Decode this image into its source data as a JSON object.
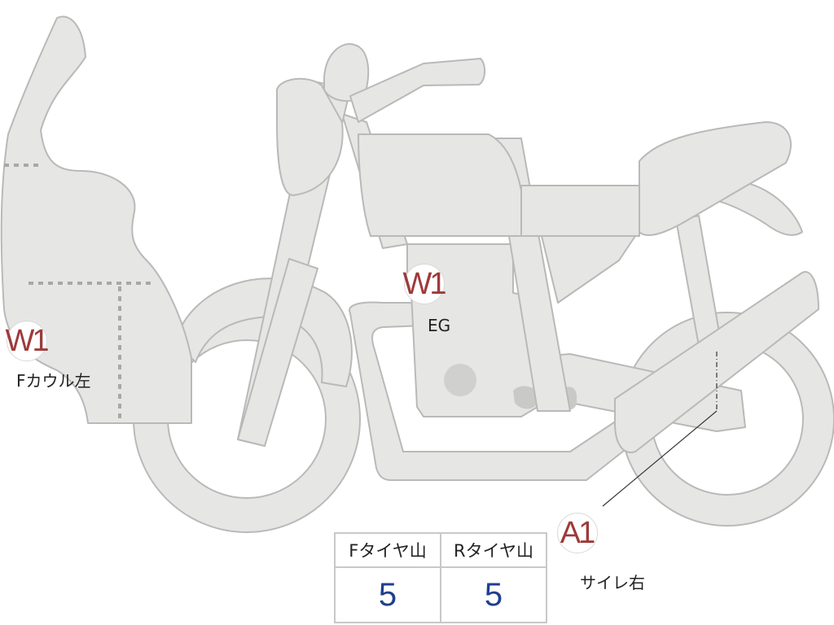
{
  "markers": {
    "w1_cowl": {
      "code": "W1",
      "label": "Fカウル左"
    },
    "w1_engine": {
      "code": "W1",
      "label": "EG"
    },
    "a1_muffler": {
      "code": "A1",
      "label": "サイレ右"
    }
  },
  "tire_table": {
    "headers": [
      "Fタイヤ山",
      "Rタイヤ山"
    ],
    "values": [
      "5",
      "5"
    ]
  },
  "colors": {
    "body_fill": "#e6e6e4",
    "outline": "#b9b9b9",
    "marker_text": "#9e3a3a",
    "value_text": "#1f3f8f",
    "dotted_line": "#a8a8a8"
  }
}
